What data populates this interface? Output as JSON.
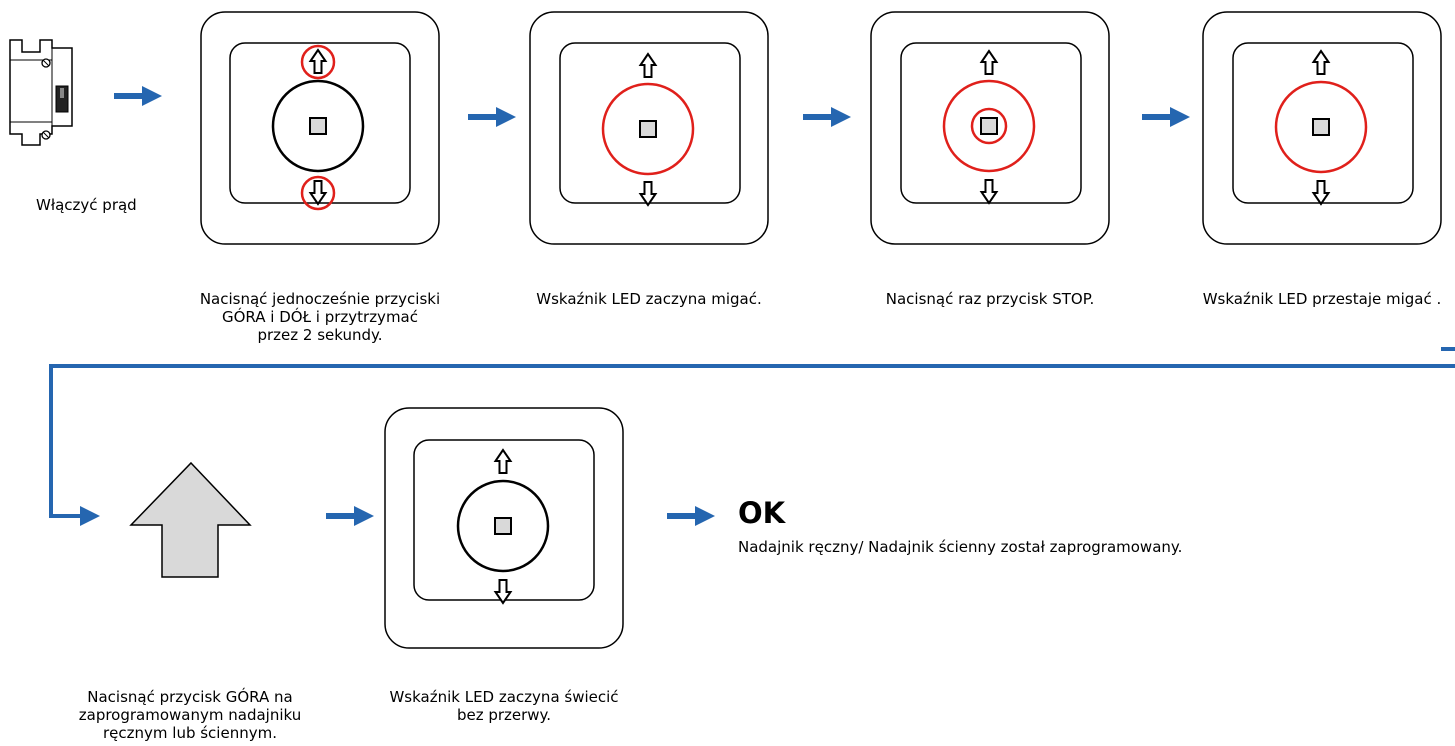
{
  "captions": {
    "power": "Włączyć prąd",
    "step1": [
      "Nacisnąć jednocześnie przyciski",
      "GÓRA i DÓŁ i przytrzymać",
      "przez 2 sekundy."
    ],
    "step2": "Wskaźnik LED zaczyna migać.",
    "step3": "Nacisnąć raz przycisk STOP.",
    "step4": "Wskaźnik LED przestaje migać .",
    "step5": [
      "Nacisnąć przycisk GÓRA na",
      "zaprogramowanym nadajniku",
      "ręcznym lub ściennym."
    ],
    "step6": [
      "Wskaźnik LED zaczyna świecić",
      "bez przerwy."
    ]
  },
  "result": {
    "title": "OK",
    "text": "Nadajnik ręczny/ Nadajnik ścienny został zaprogramowany."
  },
  "colors": {
    "arrow": "#2566b0",
    "highlight": "#e0201b",
    "button_fill": "#d9d9d9",
    "outline": "#000000"
  },
  "icons": [
    "circuit-breaker-icon",
    "up-arrow-icon",
    "down-arrow-icon",
    "stop-square-icon",
    "flow-arrow-icon"
  ]
}
